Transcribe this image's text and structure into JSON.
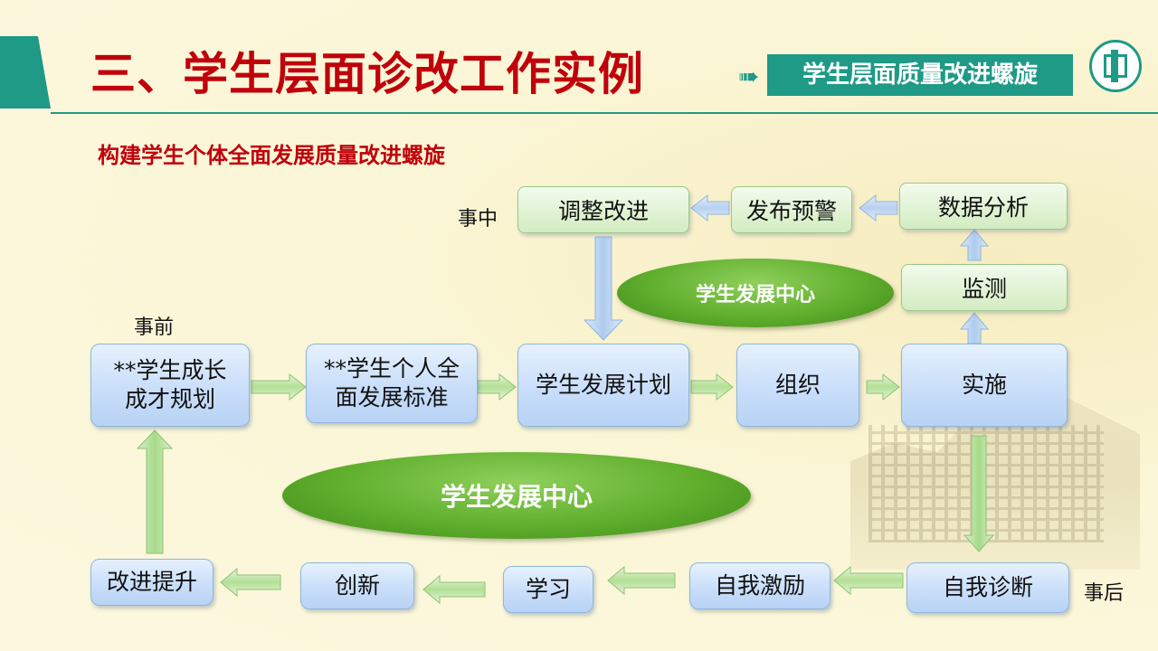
{
  "header": {
    "title": "三、学生层面诊改工作实例",
    "section_tab": "学生层面质量改进螺旋",
    "arrow_icon": "double-arrow-icon",
    "logo_icon": "school-logo-icon"
  },
  "subtitle": "构建学生个体全面发展质量改进螺旋",
  "labels": {
    "before": "事前",
    "during": "事中",
    "after": "事后"
  },
  "centers": {
    "upper": "学生发展中心",
    "lower": "学生发展中心"
  },
  "nodes": {
    "plan_growth": "**学生成长\n成才规划",
    "standard": "**学生个人全\n面发展标准",
    "dev_plan": "学生发展计划",
    "organize": "组织",
    "implement": "实施",
    "monitor": "监测",
    "data_analysis": "数据分析",
    "warning": "发布预警",
    "adjust": "调整改进",
    "self_diagnosis": "自我诊断",
    "self_motivation": "自我激励",
    "study": "学习",
    "innovation": "创新",
    "improve": "改进提升"
  },
  "colors": {
    "title_red": "#c0000b",
    "teal": "#1e9a86",
    "box_blue": "#c9defa",
    "box_green": "#dff2d2",
    "ellipse_green": "#5fae2c"
  }
}
